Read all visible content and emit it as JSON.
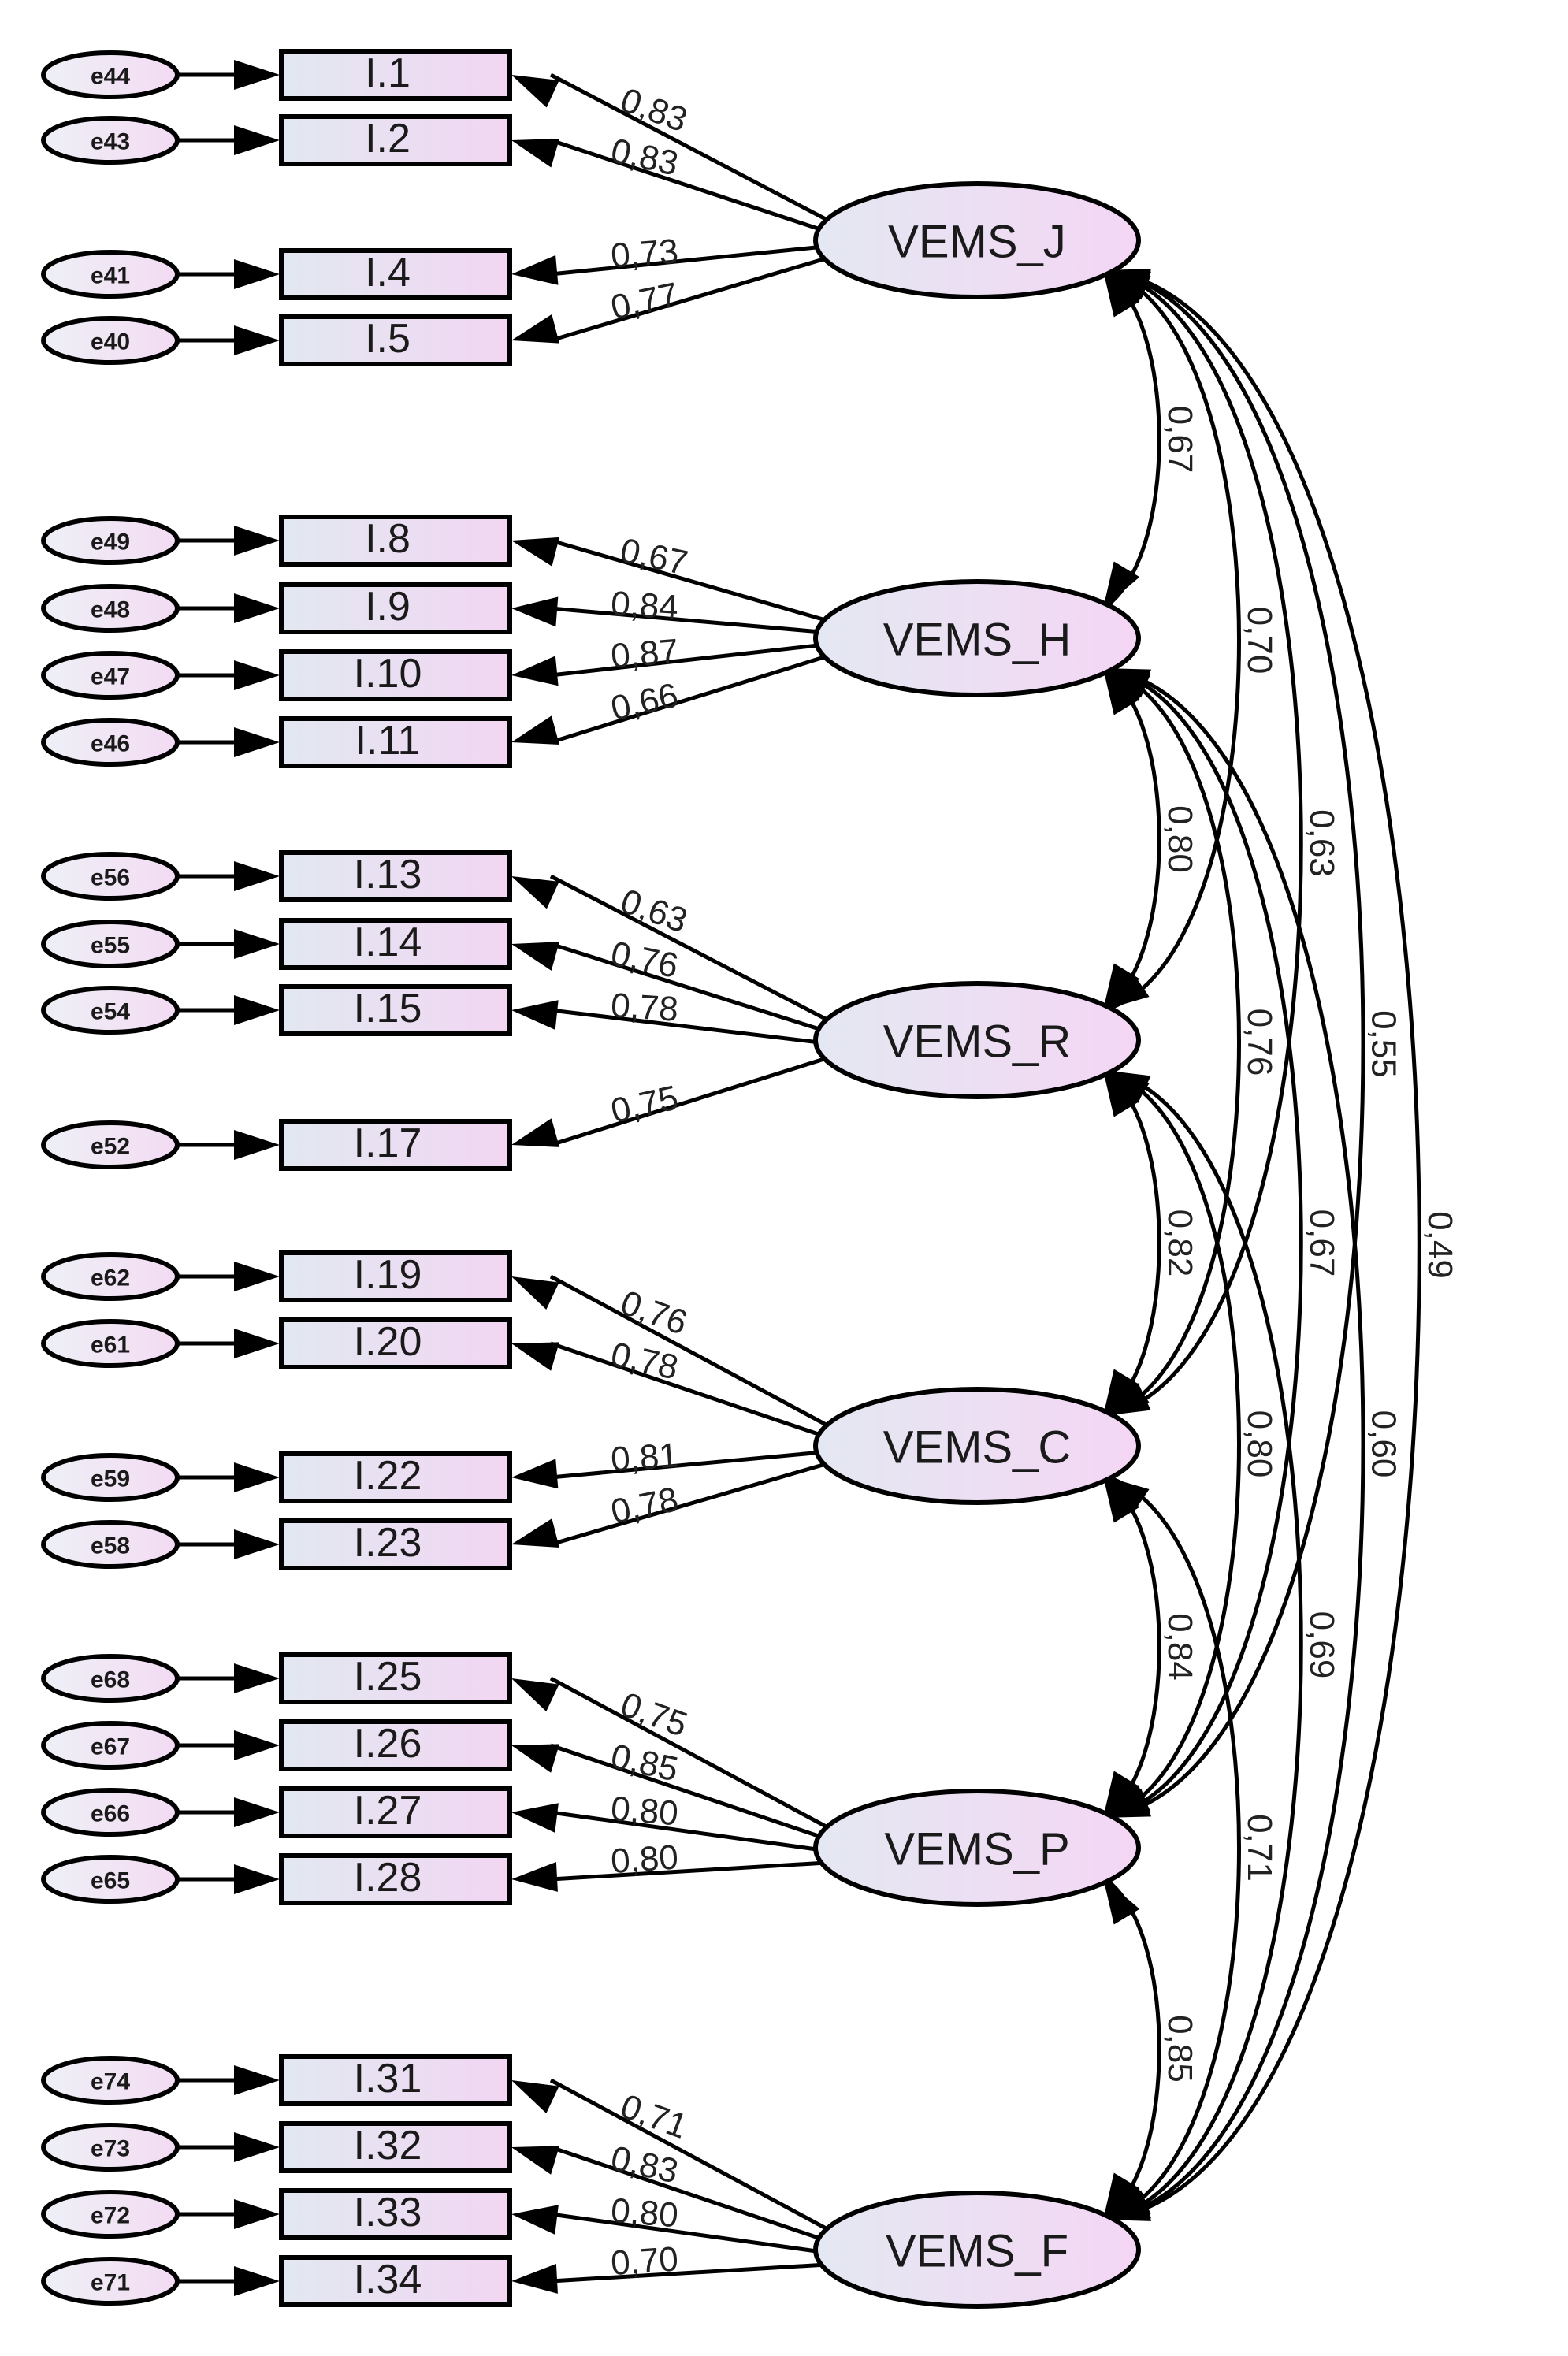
{
  "diagram": {
    "type": "structural-equation-model",
    "factors": [
      {
        "id": "J",
        "label": "VEMS_J",
        "items": [
          {
            "item": "I.1",
            "error": "e44",
            "loading": "0,83"
          },
          {
            "item": "I.2",
            "error": "e43",
            "loading": "0,83"
          },
          {
            "item": "I.4",
            "error": "e41",
            "loading": "0,73"
          },
          {
            "item": "I.5",
            "error": "e40",
            "loading": "0,77"
          }
        ]
      },
      {
        "id": "H",
        "label": "VEMS_H",
        "items": [
          {
            "item": "I.8",
            "error": "e49",
            "loading": "0,67"
          },
          {
            "item": "I.9",
            "error": "e48",
            "loading": "0,84"
          },
          {
            "item": "I.10",
            "error": "e47",
            "loading": "0,87"
          },
          {
            "item": "I.11",
            "error": "e46",
            "loading": "0,66"
          }
        ]
      },
      {
        "id": "R",
        "label": "VEMS_R",
        "items": [
          {
            "item": "I.13",
            "error": "e56",
            "loading": "0,63"
          },
          {
            "item": "I.14",
            "error": "e55",
            "loading": "0,76"
          },
          {
            "item": "I.15",
            "error": "e54",
            "loading": "0,78"
          },
          {
            "item": "I.17",
            "error": "e52",
            "loading": "0,75"
          }
        ]
      },
      {
        "id": "C",
        "label": "VEMS_C",
        "items": [
          {
            "item": "I.19",
            "error": "e62",
            "loading": "0,76"
          },
          {
            "item": "I.20",
            "error": "e61",
            "loading": "0,78"
          },
          {
            "item": "I.22",
            "error": "e59",
            "loading": "0,81"
          },
          {
            "item": "I.23",
            "error": "e58",
            "loading": "0,78"
          }
        ]
      },
      {
        "id": "P",
        "label": "VEMS_P",
        "items": [
          {
            "item": "I.25",
            "error": "e68",
            "loading": "0,75"
          },
          {
            "item": "I.26",
            "error": "e67",
            "loading": "0,85"
          },
          {
            "item": "I.27",
            "error": "e66",
            "loading": "0,80"
          },
          {
            "item": "I.28",
            "error": "e65",
            "loading": "0,80"
          }
        ]
      },
      {
        "id": "F",
        "label": "VEMS_F",
        "items": [
          {
            "item": "I.31",
            "error": "e74",
            "loading": "0,71"
          },
          {
            "item": "I.32",
            "error": "e73",
            "loading": "0,83"
          },
          {
            "item": "I.33",
            "error": "e72",
            "loading": "0,80"
          },
          {
            "item": "I.34",
            "error": "e71",
            "loading": "0,70"
          }
        ]
      }
    ],
    "correlations": [
      {
        "from": "J",
        "to": "H",
        "value": "0,67"
      },
      {
        "from": "J",
        "to": "R",
        "value": "0,70"
      },
      {
        "from": "J",
        "to": "C",
        "value": "0,63"
      },
      {
        "from": "J",
        "to": "P",
        "value": "0,55"
      },
      {
        "from": "J",
        "to": "F",
        "value": "0,49"
      },
      {
        "from": "H",
        "to": "R",
        "value": "0,80"
      },
      {
        "from": "H",
        "to": "C",
        "value": "0,76"
      },
      {
        "from": "H",
        "to": "P",
        "value": "0,67"
      },
      {
        "from": "H",
        "to": "F",
        "value": "0,60"
      },
      {
        "from": "R",
        "to": "C",
        "value": "0,82"
      },
      {
        "from": "R",
        "to": "P",
        "value": "0,80"
      },
      {
        "from": "R",
        "to": "F",
        "value": "0,69"
      },
      {
        "from": "C",
        "to": "P",
        "value": "0,84"
      },
      {
        "from": "C",
        "to": "F",
        "value": "0,71"
      },
      {
        "from": "P",
        "to": "F",
        "value": "0,85"
      }
    ]
  },
  "colors": {
    "box_fill_left": "#e2e8f1",
    "box_fill_right": "#f2d6f2",
    "ellipse_fill_left": "#e4e8f2",
    "ellipse_fill_right": "#f4d6f4",
    "stroke": "#000000",
    "label_blue": "#3d6d9a",
    "label_red": "#9e3b4f",
    "label_teal": "#2f7c7a"
  }
}
